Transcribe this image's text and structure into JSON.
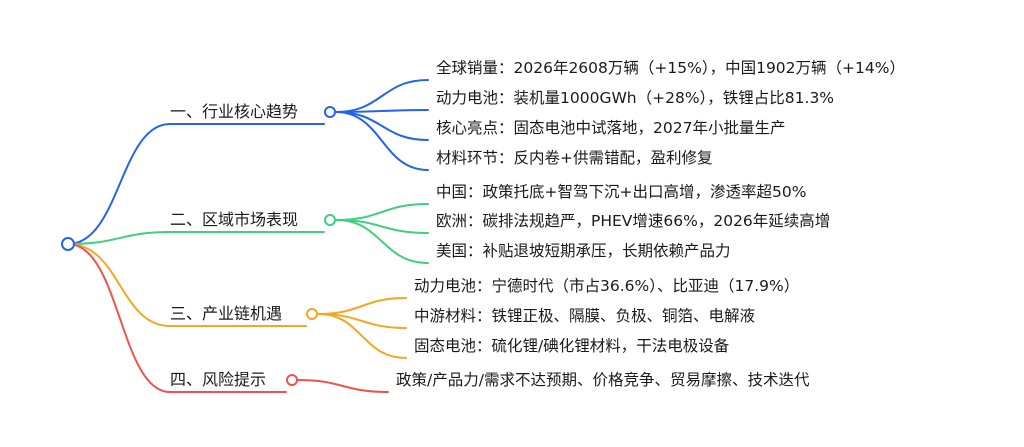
{
  "colors": {
    "blue": "#2563eb",
    "green": "#3fcf7f",
    "orange": "#f5a623",
    "red": "#ef5350"
  },
  "branches": [
    {
      "label": "一、行业核心趋势",
      "color": "blue",
      "leaves": [
        "全球销量：2026年2608万辆（+15%），中国1902万辆（+14%）",
        "动力电池：装机量1000GWh（+28%），铁锂占比81.3%",
        "核心亮点：固态电池中试落地，2027年小批量生产",
        "材料环节：反内卷+供需错配，盈利修复"
      ]
    },
    {
      "label": "二、区域市场表现",
      "color": "green",
      "leaves": [
        "中国：政策托底+智驾下沉+出口高增，渗透率超50%",
        "欧洲：碳排法规趋严，PHEV增速66%，2026年延续高增",
        "美国：补贴退坡短期承压，长期依赖产品力"
      ]
    },
    {
      "label": "三、产业链机遇",
      "color": "orange",
      "leaves": [
        "动力电池：宁德时代（市占36.6%）、比亚迪（17.9%）",
        "中游材料：铁锂正极、隔膜、负极、铜箔、电解液",
        "固态电池：硫化锂/碘化锂材料，干法电极设备"
      ]
    },
    {
      "label": "四、风险提示",
      "color": "red",
      "leaves": [
        "政策/产品力/需求不达预期、价格竞争、贸易摩擦、技术迭代"
      ]
    }
  ]
}
